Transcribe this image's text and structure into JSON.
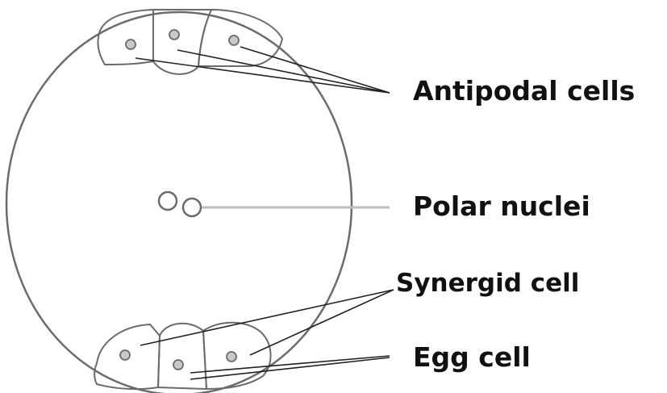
{
  "labels": {
    "antipodal": "Antipodal cells",
    "polar": "Polar nuclei",
    "synergid": "Synergid cell",
    "egg": "Egg cell"
  }
}
